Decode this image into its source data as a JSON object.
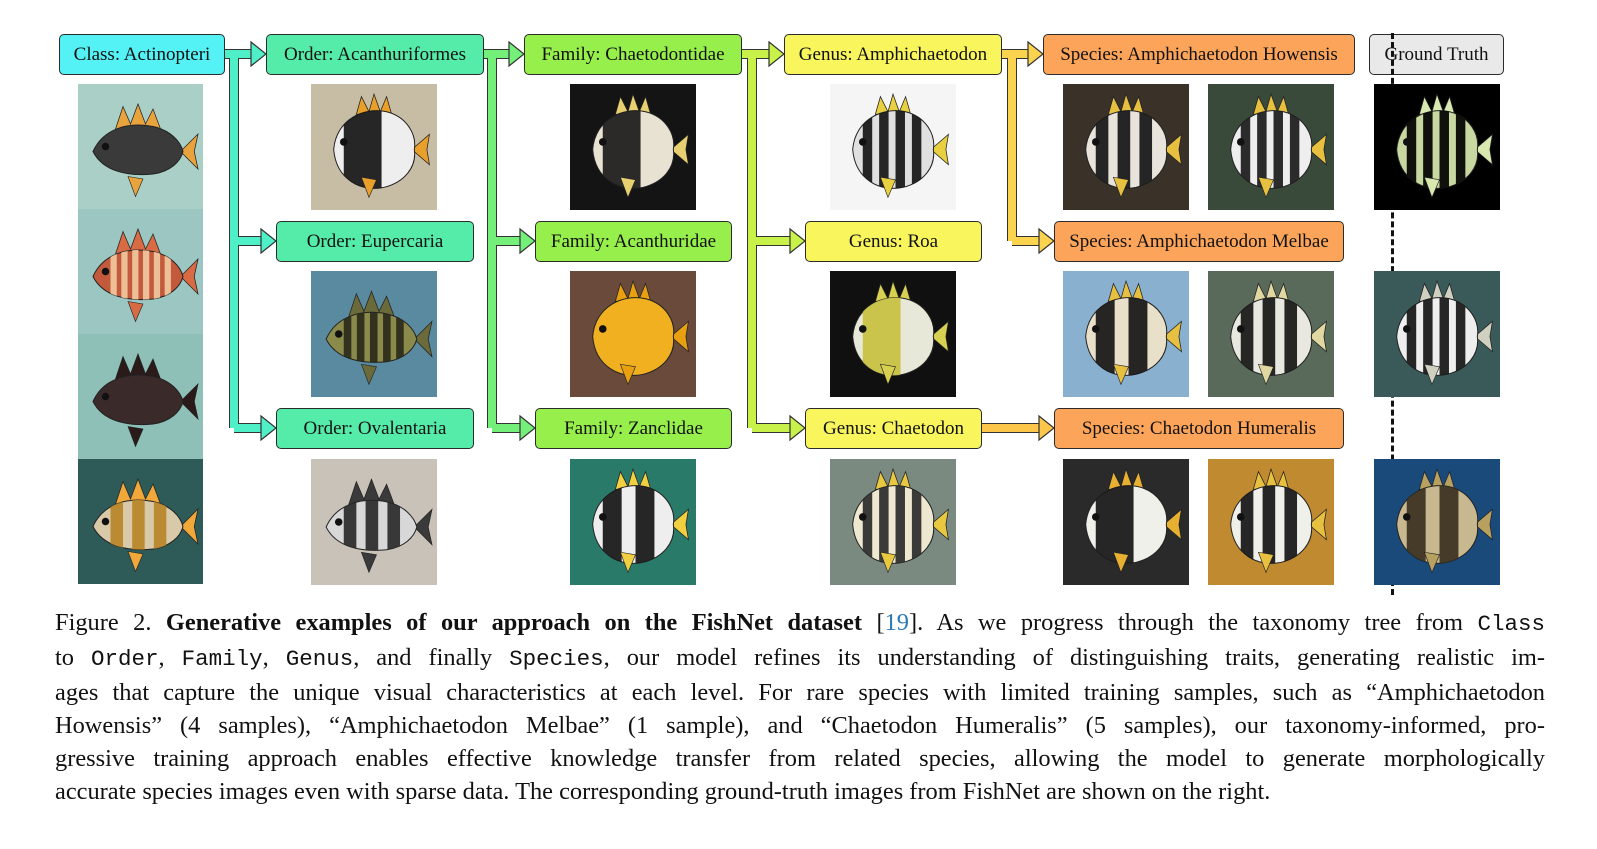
{
  "nodes": {
    "class": "Class: Actinopteri",
    "order1": "Order: Acanthuriformes",
    "order2": "Order: Eupercaria",
    "order3": "Order: Ovalentaria",
    "family1": "Family: Chaetodontidae",
    "family2": "Family: Acanthuridae",
    "family3": "Family: Zanclidae",
    "genus1": "Genus: Amphichaetodon",
    "genus2": "Genus: Roa",
    "genus3": "Genus: Chaetodon",
    "species1": "Species: Amphichaetodon Howensis",
    "species2": "Species: Amphichaetodon Melbae",
    "species3": "Species: Chaetodon Humeralis",
    "ground_truth": "Ground Truth"
  },
  "colors": {
    "class": "#55f2f5",
    "order": "#55eba8",
    "family": "#96ef4b",
    "genus": "#f9f55c",
    "species": "#fca55a",
    "ground_truth": "#e9e9e9"
  },
  "caption": {
    "figure_label": "Figure 2.",
    "bold_title": "Generative examples of our approach on the FishNet dataset",
    "cite_open": "[",
    "cite_ref": "19",
    "cite_close": "].",
    "t1": "As we progress through the taxonomy tree from",
    "m_class": "Class",
    "t2": "to",
    "m_order": "Order",
    "c1": ",",
    "m_family": "Family",
    "c2": ",",
    "m_genus": "Genus",
    "t3": ", and finally",
    "m_species": "Species",
    "t4": ", our model refines its understanding of distinguishing traits, generating realistic im-",
    "line3": "ages that capture the unique visual characteristics at each level. For rare species with limited training samples, such as “Amphichaetodon",
    "line4": "Howensis” (4 samples), “Amphichaetodon Melbae” (1 sample), and “Chaetodon Humeralis” (5 samples), our taxonomy-informed, pro-",
    "line5": "gressive training approach enables effective knowledge transfer from related species, allowing the model to generate morphologically",
    "line6": "accurate species images even with sparse data. The corresponding ground-truth images from FishNet are shown on the right."
  }
}
